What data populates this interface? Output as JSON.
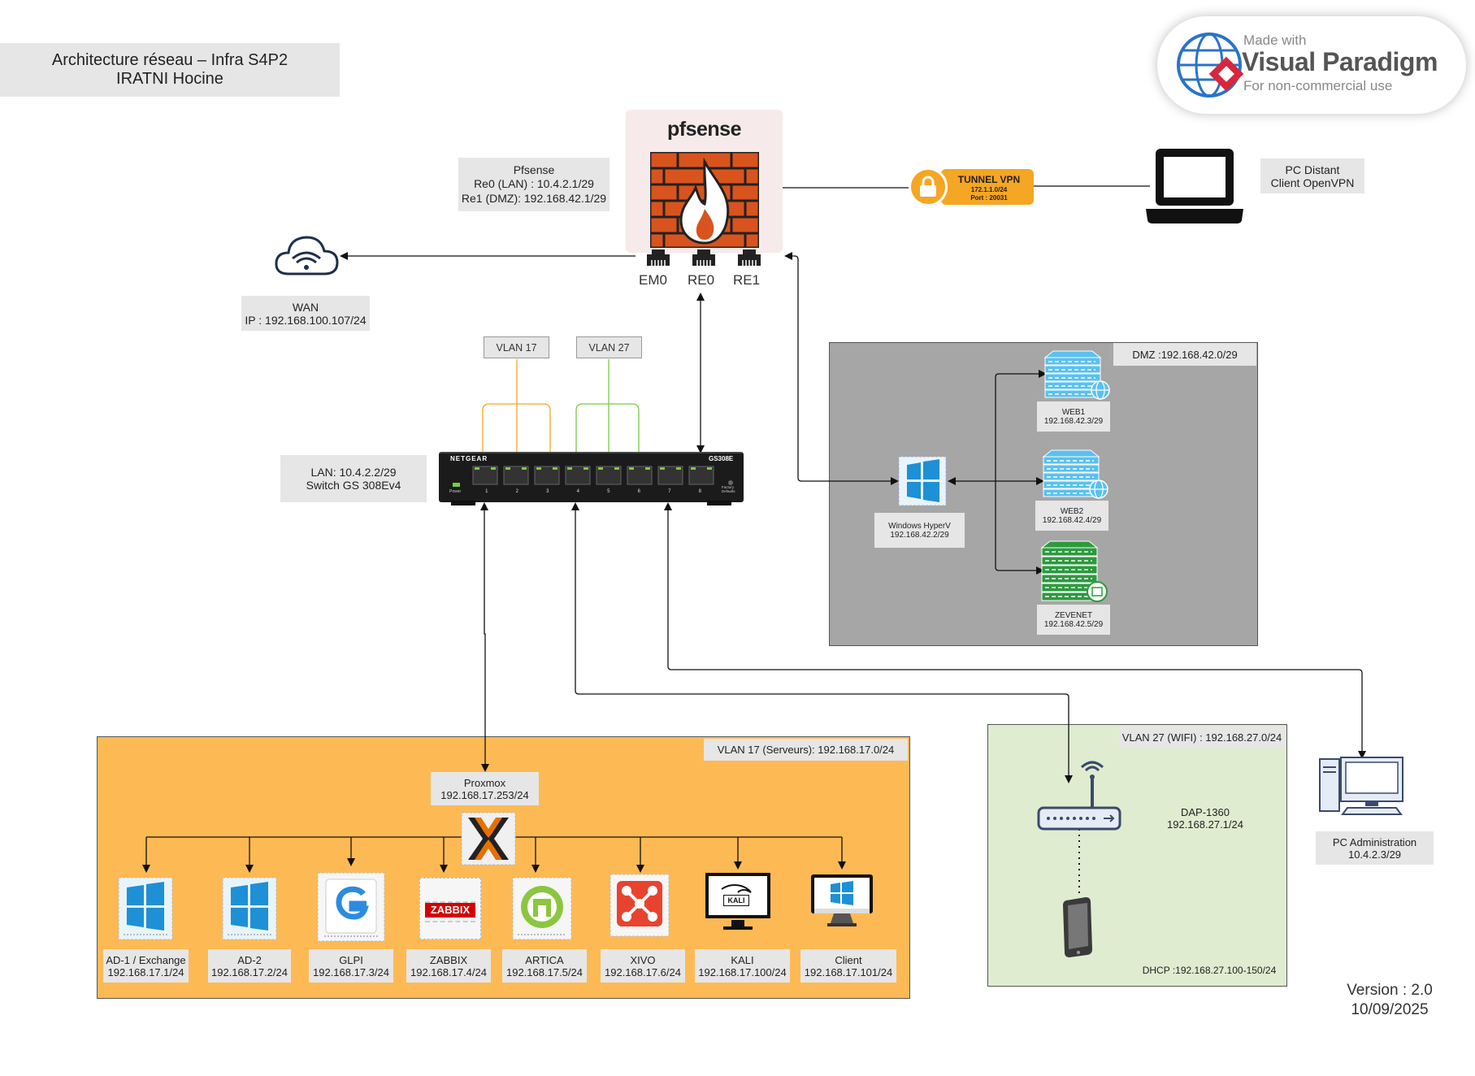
{
  "title": {
    "line1": "Architecture réseau – Infra S4P2",
    "line2": "IRATNI Hocine"
  },
  "watermark": {
    "made_with": "Made with",
    "brand": "Visual Paradigm",
    "usage": "For non-commercial use"
  },
  "pfsense": {
    "logo": "pfsense",
    "label": {
      "name": "Pfsense",
      "lan": "Re0 (LAN) : 10.4.2.1/29",
      "dmz": "Re1 (DMZ): 192.168.42.1/29"
    },
    "ports": [
      "EM0",
      "RE0",
      "RE1"
    ]
  },
  "vpn": {
    "title": "TUNNEL VPN",
    "subnet": "172.1.1.0/24",
    "port": "Port : 20031"
  },
  "pc_distant": {
    "line1": "PC Distant",
    "line2": "Client OpenVPN"
  },
  "wan": {
    "line1": "WAN",
    "line2": "IP : 192.168.100.107/24"
  },
  "vlan_tags": [
    "VLAN 17",
    "VLAN 27"
  ],
  "switch": {
    "brand": "NETGEAR",
    "model": "GS308E",
    "label1": "LAN: 10.4.2.2/29",
    "label2": "Switch GS 308Ev4",
    "port_numbers": [
      "1",
      "2",
      "3",
      "4",
      "5",
      "6",
      "7",
      "8"
    ],
    "power": "Power",
    "factory": "Factory Defaults"
  },
  "dmz": {
    "zone_label": "DMZ :192.168.42.0/29",
    "hyperv": {
      "line1": "Windows HyperV",
      "line2": "192.168.42.2/29"
    },
    "web1": {
      "line1": "WEB1",
      "line2": "192.168.42.3/29"
    },
    "web2": {
      "line1": "WEB2",
      "line2": "192.168.42.4/29"
    },
    "zevenet": {
      "line1": "ZEVENET",
      "line2": "192.168.42.5/29"
    }
  },
  "vlan17": {
    "zone_label": "VLAN 17 (Serveurs): 192.168.17.0/24",
    "proxmox": {
      "line1": "Proxmox",
      "line2": "192.168.17.253/24"
    },
    "servers": [
      {
        "name": "AD-1 / Exchange",
        "ip": "192.168.17.1/24"
      },
      {
        "name": "AD-2",
        "ip": "192.168.17.2/24"
      },
      {
        "name": "GLPI",
        "ip": "192.168.17.3/24"
      },
      {
        "name": "ZABBIX",
        "ip": "192.168.17.4/24"
      },
      {
        "name": "ARTICA",
        "ip": "192.168.17.5/24"
      },
      {
        "name": "XIVO",
        "ip": "192.168.17.6/24"
      },
      {
        "name": "KALI",
        "ip": "192.168.17.100/24"
      },
      {
        "name": "Client",
        "ip": "192.168.17.101/24"
      }
    ],
    "icon_texts": {
      "zabbix": "ZABBIX",
      "kali": "KALI"
    }
  },
  "vlan27": {
    "zone_label": "VLAN 27 (WIFI) : 192.168.27.0/24",
    "ap": {
      "line1": "DAP-1360",
      "line2": "192.168.27.1/24"
    },
    "dhcp": "DHCP :192.168.27.100-150/24"
  },
  "pc_admin": {
    "line1": "PC Administration",
    "line2": "10.4.2.3/29"
  },
  "version": {
    "line1": "Version : 2.0",
    "line2": "10/09/2025"
  },
  "colors": {
    "vlan17_fill": "#fdba54",
    "vlan27_fill": "#dfecd0",
    "dmz_fill": "#a6a6a6",
    "vlan17_wire": "#f5a623",
    "vlan27_wire": "#7ac943",
    "firewall": "#d9531e",
    "vpn": "#f5a623"
  }
}
